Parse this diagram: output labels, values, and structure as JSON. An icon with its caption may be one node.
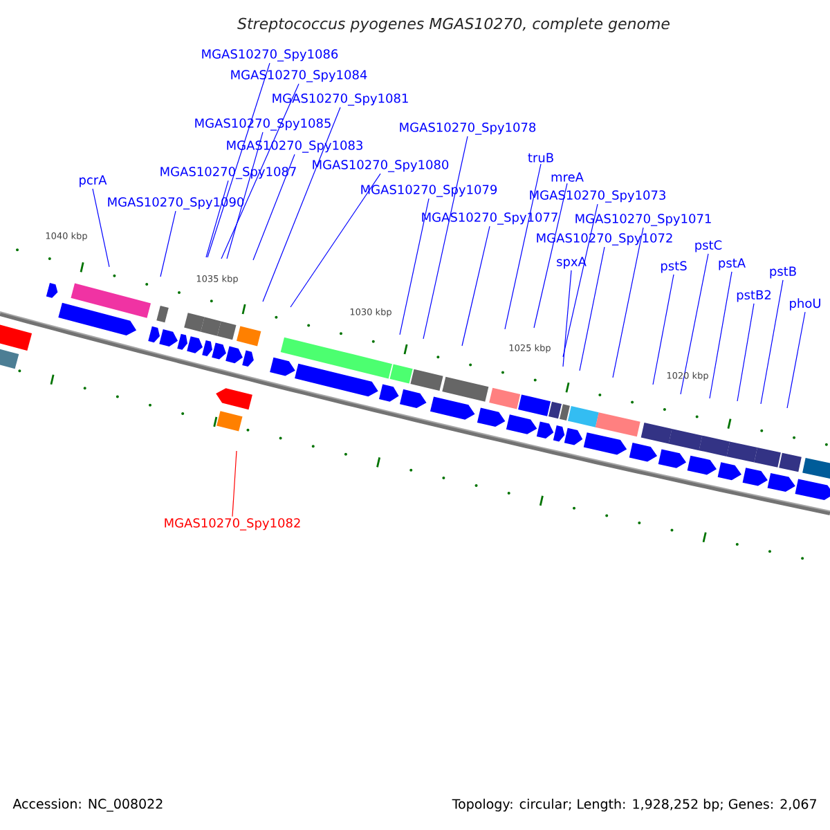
{
  "diagram": {
    "title": "Streptococcus pyogenes MGAS10270, complete genome",
    "nodes": [
      {
        "text": [
          "MGAS10270_Spy1086"
        ]
      },
      {
        "text": [
          "MGAS10270_Spy1084"
        ]
      },
      {
        "text": [
          "MGAS10270_Spy1081"
        ]
      },
      {
        "text": [
          "MGAS10270_Spy1085"
        ]
      },
      {
        "text": [
          "MGAS10270_Spy1078"
        ]
      },
      {
        "text": [
          "MGAS10270_Spy1083"
        ]
      },
      {
        "text": [
          "truB"
        ]
      },
      {
        "text": [
          "MGAS10270_Spy1080"
        ]
      },
      {
        "text": [
          "MGAS10270_Spy1087"
        ]
      },
      {
        "text": [
          "mreA"
        ]
      },
      {
        "text": [
          "pcrA"
        ]
      },
      {
        "text": [
          "MGAS10270_Spy1079"
        ]
      },
      {
        "text": [
          "MGAS10270_Spy1073"
        ]
      },
      {
        "text": [
          "MGAS10270_Spy1090"
        ]
      },
      {
        "text": [
          "MGAS10270_Spy1077"
        ]
      },
      {
        "text": [
          "MGAS10270_Spy1071"
        ]
      },
      {
        "text": [
          "MGAS10270_Spy1072"
        ]
      },
      {
        "text": [
          "pstC"
        ]
      },
      {
        "text": [
          "spxA"
        ]
      },
      {
        "text": [
          "pstA"
        ]
      },
      {
        "text": [
          "pstS"
        ]
      },
      {
        "text": [
          "pstB"
        ]
      },
      {
        "text": [
          "pstB2"
        ]
      },
      {
        "text": [
          "phoU"
        ]
      },
      {
        "text": [
          "MGAS10270_Spy1082"
        ]
      }
    ],
    "edges": [
      {
        "from": 0,
        "to": null,
        "arrow": "none"
      },
      {
        "from": 1,
        "to": null,
        "arrow": "none"
      },
      {
        "from": 2,
        "to": null,
        "arrow": "none"
      },
      {
        "from": 3,
        "to": null,
        "arrow": "none"
      },
      {
        "from": 4,
        "to": null,
        "arrow": "none"
      },
      {
        "from": 5,
        "to": null,
        "arrow": "none"
      },
      {
        "from": 6,
        "to": null,
        "arrow": "none"
      },
      {
        "from": 7,
        "to": null,
        "arrow": "none"
      },
      {
        "from": 8,
        "to": null,
        "arrow": "none"
      },
      {
        "from": 9,
        "to": null,
        "arrow": "none"
      },
      {
        "from": 10,
        "to": null,
        "arrow": "none"
      },
      {
        "from": 11,
        "to": null,
        "arrow": "none"
      },
      {
        "from": 12,
        "to": null,
        "arrow": "none"
      },
      {
        "from": 13,
        "to": null,
        "arrow": "none"
      },
      {
        "from": 14,
        "to": null,
        "arrow": "none"
      },
      {
        "from": 15,
        "to": null,
        "arrow": "none"
      },
      {
        "from": 16,
        "to": null,
        "arrow": "none"
      },
      {
        "from": 17,
        "to": null,
        "arrow": "none"
      },
      {
        "from": 18,
        "to": null,
        "arrow": "none"
      },
      {
        "from": 19,
        "to": null,
        "arrow": "none"
      },
      {
        "from": 20,
        "to": null,
        "arrow": "none"
      },
      {
        "from": 21,
        "to": null,
        "arrow": "none"
      },
      {
        "from": 22,
        "to": null,
        "arrow": "none"
      },
      {
        "from": 23,
        "to": null,
        "arrow": "none"
      },
      {
        "from": 24,
        "to": null,
        "arrow": "none",
        "color": "#ff0000"
      }
    ],
    "labels": [
      "1040 kbp",
      "1035 kbp",
      "1030 kbp",
      "1025 kbp",
      "1020 kbp",
      "Accession: NC_008022",
      "Topology: circular; Length: 1,928,252 bp; Genes: 2,067"
    ]
  }
}
